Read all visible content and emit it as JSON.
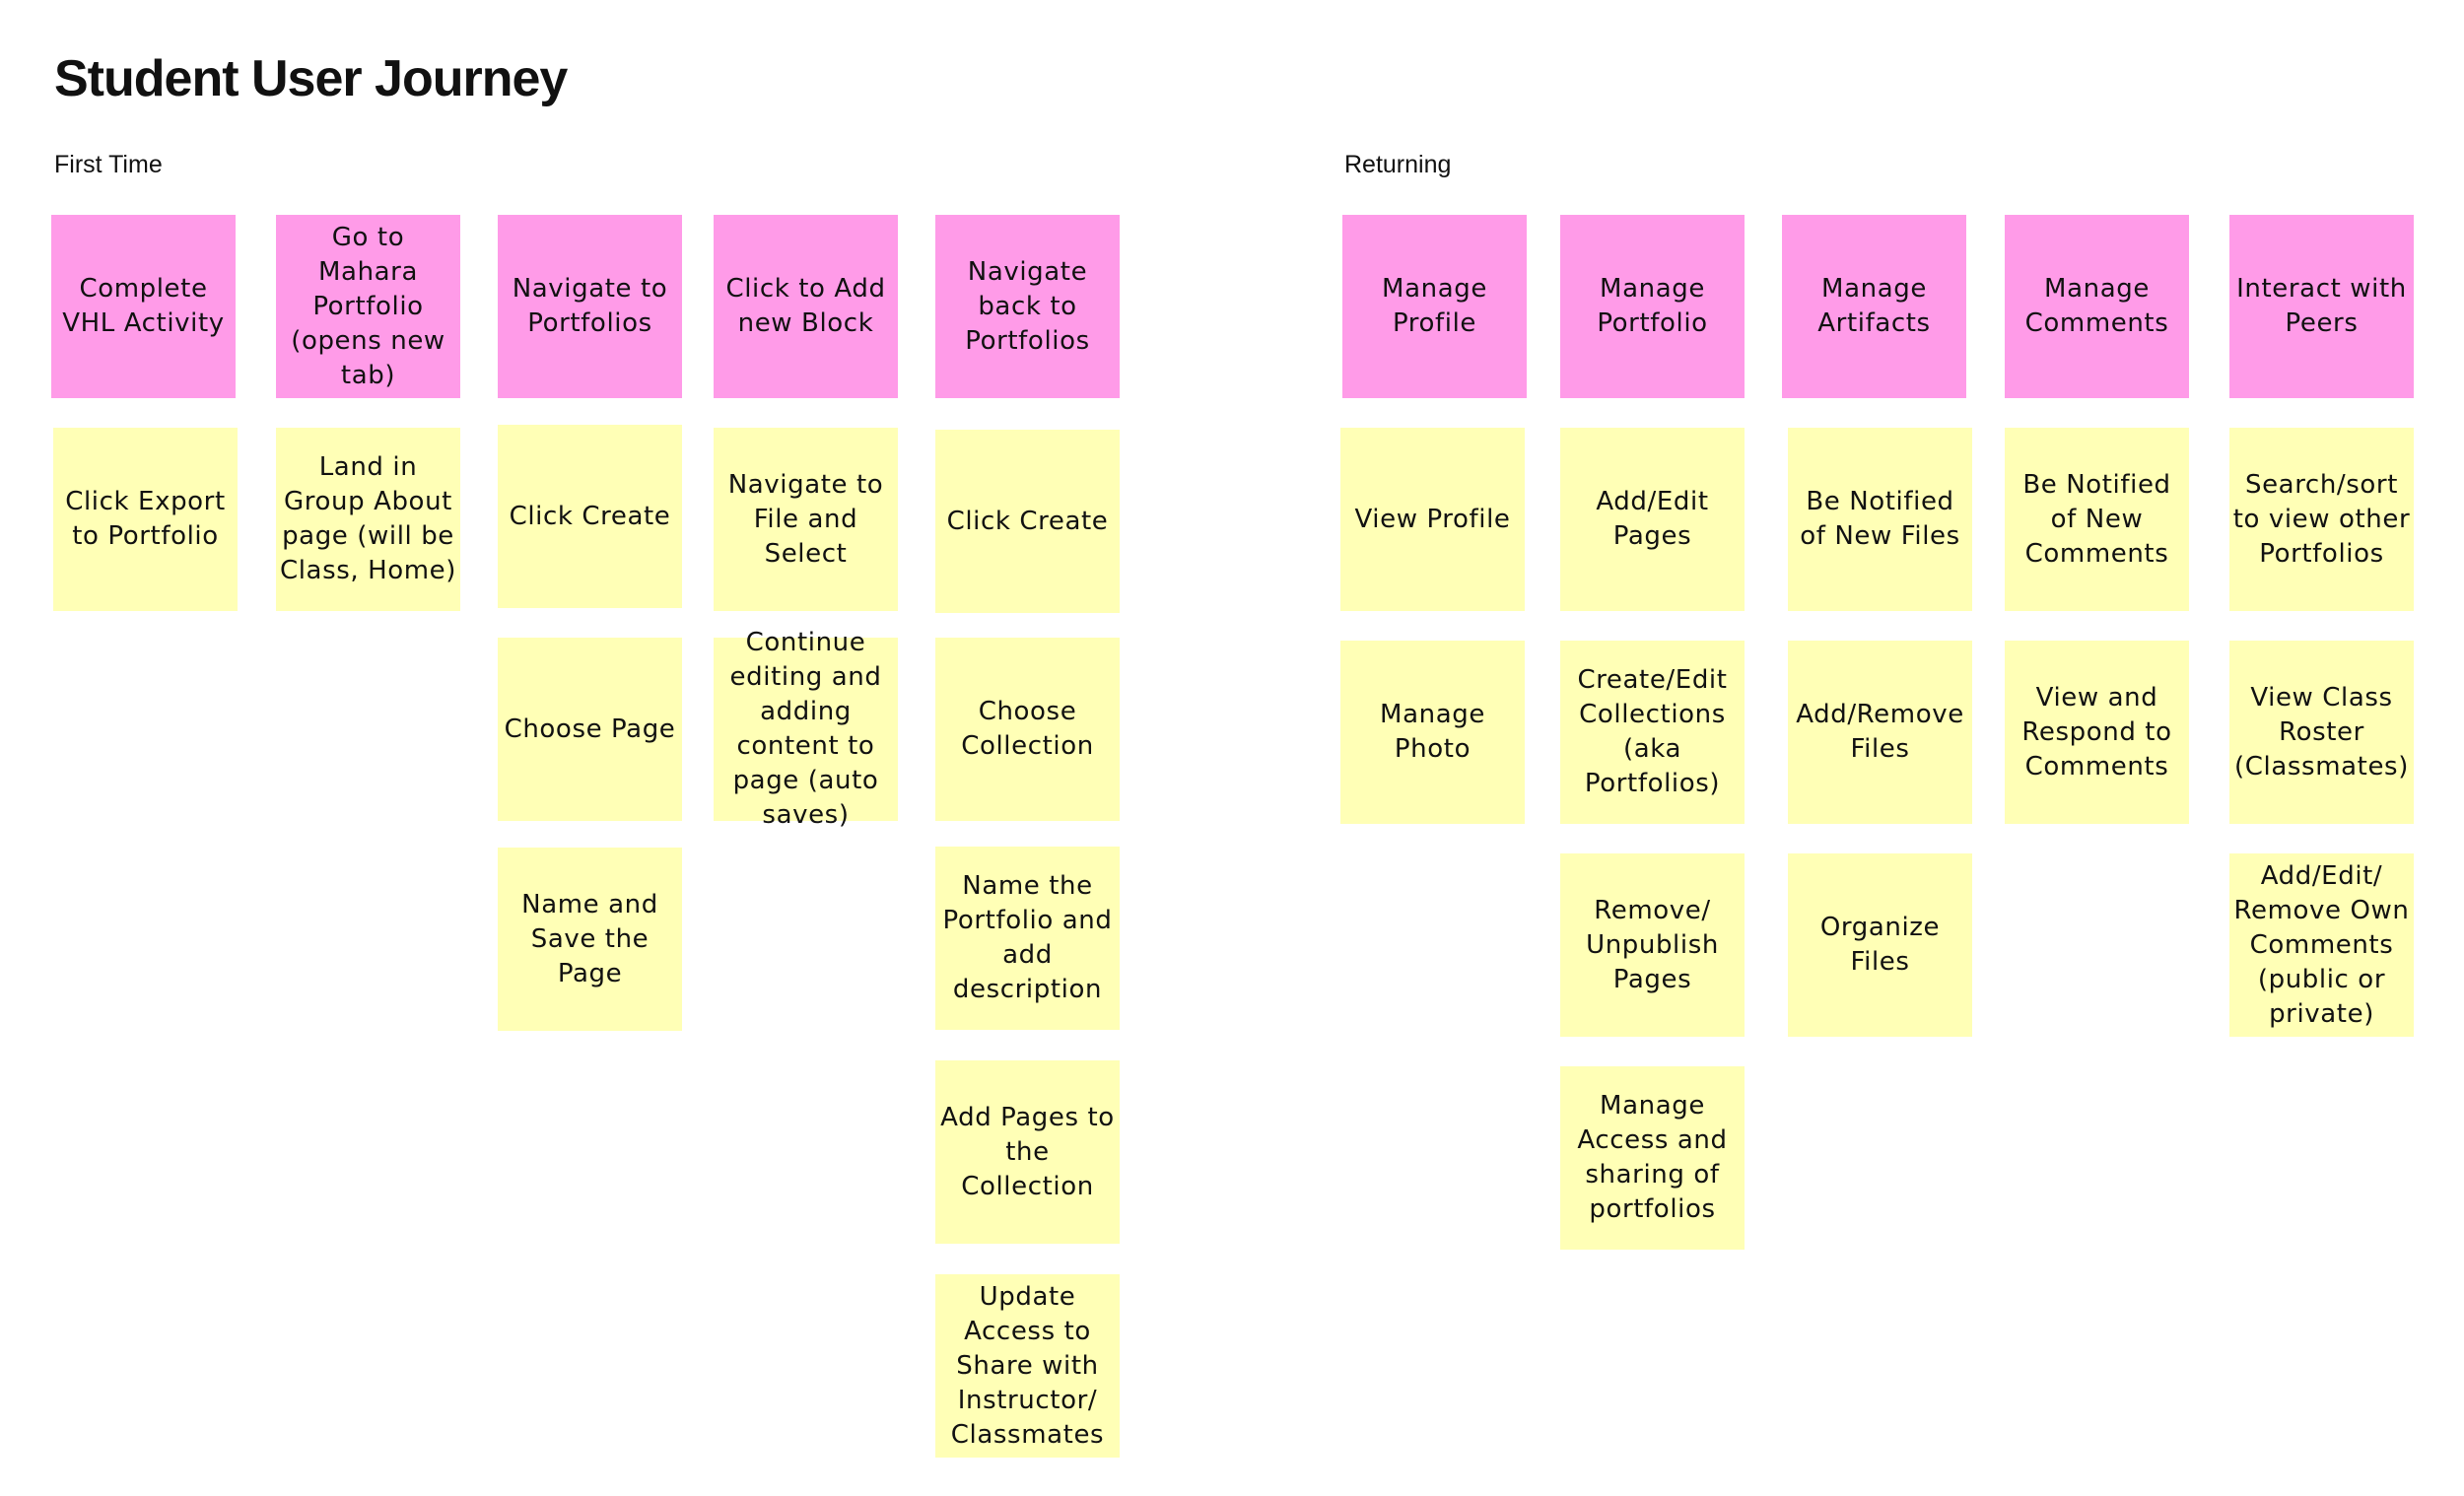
{
  "title": "Student User Journey",
  "colors": {
    "header_note": "#ff9be8",
    "step_note": "#ffffb6"
  },
  "sections": [
    {
      "label": "First Time",
      "columns": [
        {
          "header": "Complete VHL Activity",
          "steps": [
            "Click Export to Portfolio"
          ]
        },
        {
          "header": "Go to Mahara Portfolio (opens new tab)",
          "steps": [
            "Land in Group About page (will be Class, Home)"
          ]
        },
        {
          "header": "Navigate to Portfolios",
          "steps": [
            "Click Create",
            "Choose Page",
            "Name and Save the Page"
          ]
        },
        {
          "header": "Click to Add new Block",
          "steps": [
            "Navigate to File and Select",
            "Continue editing and adding content to page (auto saves)"
          ]
        },
        {
          "header": "Navigate back to Portfolios",
          "steps": [
            "Click Create",
            "Choose Collection",
            "Name the Portfolio and add description",
            "Add Pages to the Collection",
            "Update Access to Share with Instructor/ Classmates"
          ]
        }
      ]
    },
    {
      "label": "Returning",
      "columns": [
        {
          "header": "Manage Profile",
          "steps": [
            "View Profile",
            "Manage Photo"
          ]
        },
        {
          "header": "Manage Portfolio",
          "steps": [
            "Add/Edit Pages",
            "Create/Edit Collections (aka Portfolios)",
            "Remove/ Unpublish Pages",
            "Manage Access and sharing of portfolios"
          ]
        },
        {
          "header": "Manage Artifacts",
          "steps": [
            "Be Notified of New Files",
            "Add/Remove Files",
            "Organize Files"
          ]
        },
        {
          "header": "Manage Comments",
          "steps": [
            "Be Notified of New Comments",
            "View and Respond to Comments"
          ]
        },
        {
          "header": "Interact with Peers",
          "steps": [
            "Search/sort to view other Portfolios",
            "View Class Roster (Classmates)",
            "Add/Edit/ Remove Own Comments (public or private)"
          ]
        }
      ]
    }
  ]
}
